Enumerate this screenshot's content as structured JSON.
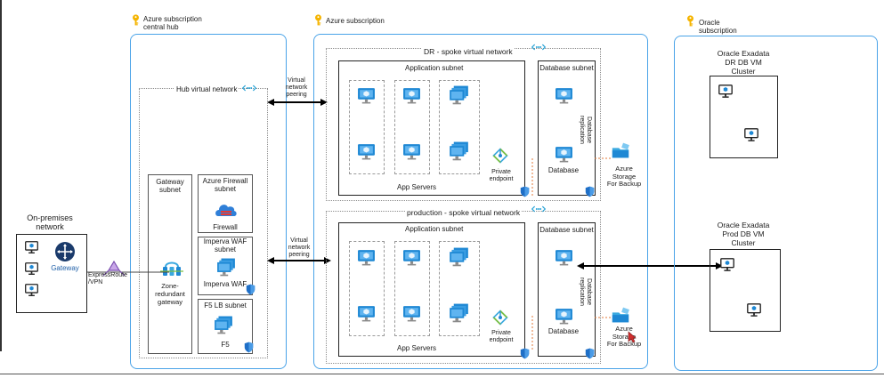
{
  "colors": {
    "subscription_border": "#4aa3e8",
    "vm_blue": "#1e88d4",
    "key_yellow": "#f5b400",
    "replication_dash": "#e07a3a",
    "firewall_blue": "#2f7fd8",
    "shield_blue": "#1f6fc7",
    "peering_teal": "#29a3d6"
  },
  "frame": {
    "left_edge": "|"
  },
  "subscriptions": {
    "hub": {
      "title": "Azure subscription\ncentral hub",
      "icon": "key-icon"
    },
    "main": {
      "title": "Azure subscription",
      "icon": "key-icon"
    },
    "oracle": {
      "title": "Oracle\nsubscription",
      "icon": "key-icon"
    }
  },
  "hub_vnet": {
    "label": "Hub virtual network"
  },
  "dr_vnet": {
    "label": "DR - spoke virtual network"
  },
  "prod_vnet": {
    "label": "production - spoke virtual network"
  },
  "peering": {
    "top": "Virtual\nnetwork\npeering",
    "bottom": "Virtual\nnetwork\npeering"
  },
  "gateway_subnet": {
    "title": "Gateway\nsubnet",
    "item": "Zone-\nredundant\ngateway"
  },
  "firewall_subnet": {
    "title": "Azure Firewall\nsubnet",
    "item": "Firewall"
  },
  "waf_subnet": {
    "title": "Imperva WAF\nsubnet",
    "item": "Imperva WAF"
  },
  "f5_subnet": {
    "title": "F5 LB subnet",
    "item": "F5"
  },
  "on_prem": {
    "title": "On-premises\nnetwork",
    "gateway": "Gateway",
    "link": "ExpressRoute\n/VPN"
  },
  "dr": {
    "app_subnet": "Application subnet",
    "app_servers": "App Servers",
    "private_endpoint": "Private\nendpoint",
    "db_subnet": "Database subnet",
    "database": "Database",
    "replication": "Database\nreplication",
    "storage": "Azure\nStorage\nFor Backup"
  },
  "prod": {
    "app_subnet": "Application subnet",
    "app_servers": "App Servers",
    "private_endpoint": "Private\nendpoint",
    "db_subnet": "Database subnet",
    "database": "Database",
    "replication": "Database\nreplication",
    "storage": "Azure\nStorage\nFor Backup"
  },
  "oracle": {
    "dr_cluster": "Oracle Exadata\nDR DB VM\nCluster",
    "prod_cluster": "Oracle Exadata\nProd DB VM\nCluster"
  }
}
